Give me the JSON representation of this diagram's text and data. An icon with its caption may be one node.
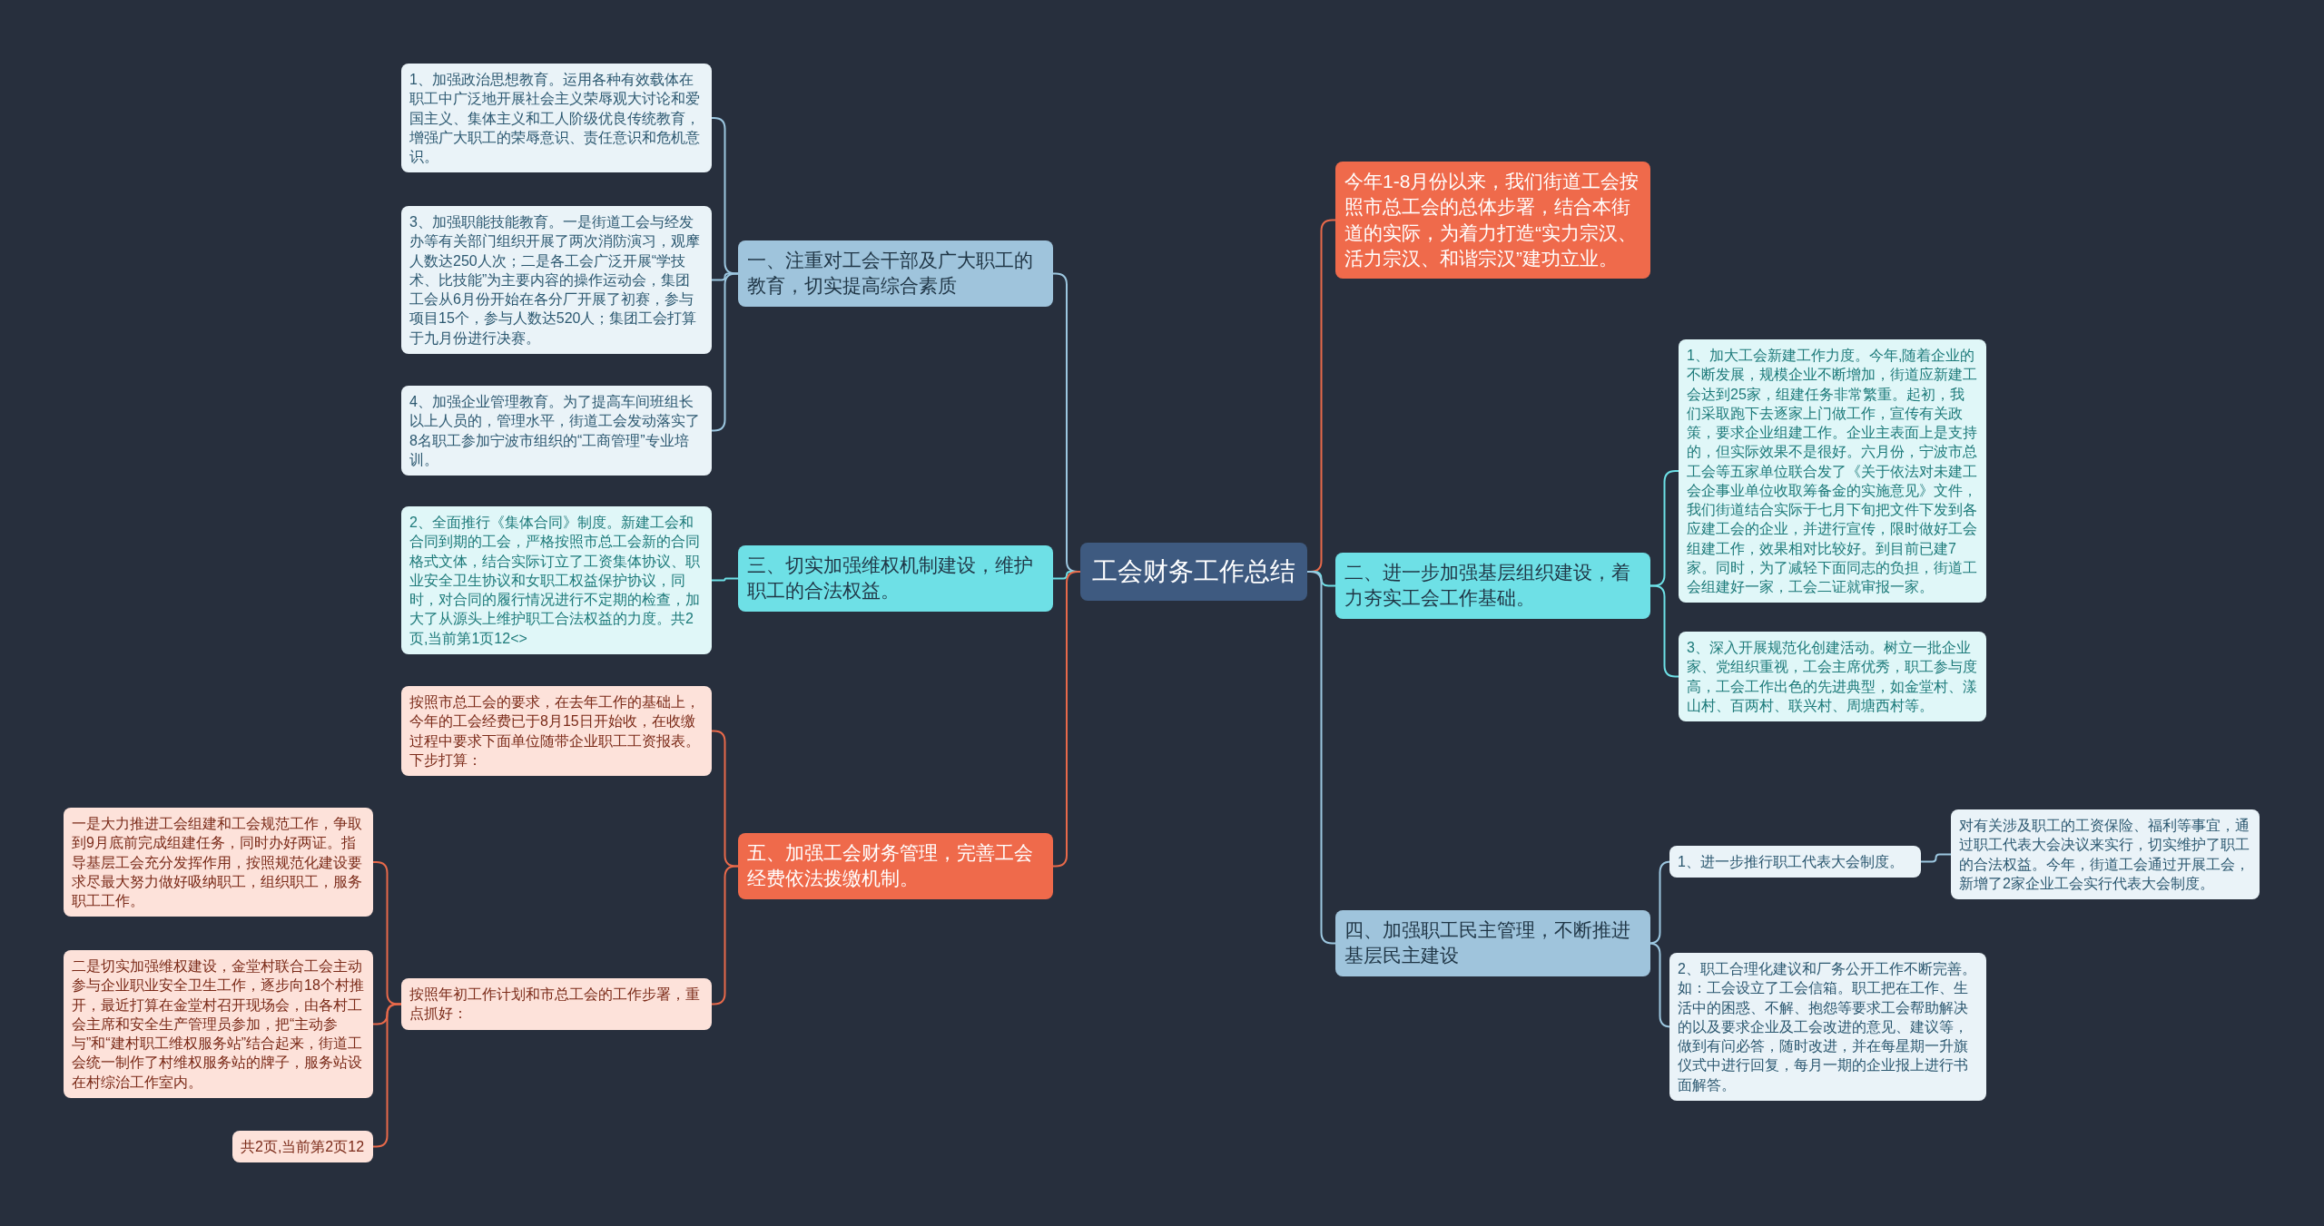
{
  "diagram": {
    "nodes": [
      {
        "text": [
          "工会财务工作总结"
        ]
      },
      {
        "text": [
          "一、注重对工会干部及广大职工的教育，切实提高综合素质"
        ]
      },
      {
        "text": [
          "1、加强政治思想教育。运用各种有效载体在职工中广泛地开展社会主义荣辱观大讨论和爱国主义、集体主义和工人阶级优良传统教育，增强广大职工的荣辱意识、责任意识和危机意识。"
        ]
      },
      {
        "text": [
          "3、加强职能技能教育。一是街道工会与经发办等有关部门组织开展了两次消防演习，观摩人数达250人次；二是各工会广泛开展“学技术、比技能”为主要内容的操作运动会，集团工会从6月份开始在各分厂开展了初赛，参与项目15个，参与人数达520人；集团工会打算于九月份进行决赛。"
        ]
      },
      {
        "text": [
          "4、加强企业管理教育。为了提高车间班组长以上人员的，管理水平，街道工会发动落实了8名职工参加宁波市组织的“工商管理”专业培训。"
        ]
      },
      {
        "text": [
          "三、切实加强维权机制建设，维护职工的合法权益。"
        ]
      },
      {
        "text": [
          "2、全面推行《集体合同》制度。新建工会和合同到期的工会，严格按照市总工会新的合同格式文体，结合实际订立了工资集体协议、职业安全卫生协议和女职工权益保护协议，同时，对合同的履行情况进行不定期的检查，加大了从源头上维护职工合法权益的力度。共2页,当前第1页12<>"
        ]
      },
      {
        "text": [
          "五、加强工会财务管理，完善工会经费依法拨缴机制。"
        ]
      },
      {
        "text": [
          "按照市总工会的要求，在去年工作的基础上，今年的工会经费已于8月15日开始收，在收缴过程中要求下面单位随带企业职工工资报表。下步打算："
        ]
      },
      {
        "text": [
          "按照年初工作计划和市总工会的工作步署，重点抓好："
        ]
      },
      {
        "text": [
          "一是大力推进工会组建和工会规范工作，争取到9月底前完成组建任务，同时办好两证。指导基层工会充分发挥作用，按照规范化建设要求尽最大努力做好吸纳职工，组织职工，服务职工工作。"
        ]
      },
      {
        "text": [
          "二是切实加强维权建设，金堂村联合工会主动参与企业职业安全卫生工作，逐步向18个村推开，最近打算在金堂村召开现场会，由各村工会主席和安全生产管理员参加，把“主动参与”和“建村职工维权服务站”结合起来，街道工会统一制作了村维权服务站的牌子，服务站设在村综治工作室内。"
        ]
      },
      {
        "text": [
          "共2页,当前第2页12"
        ]
      },
      {
        "text": [
          "今年1-8月份以来，我们街道工会按照市总工会的总体步署，结合本街道的实际，为着力打造“实力宗汉、活力宗汉、和谐宗汉”建功立业。"
        ]
      },
      {
        "text": [
          "二、进一步加强基层组织建设，着力夯实工会工作基础。"
        ]
      },
      {
        "text": [
          "1、加大工会新建工作力度。今年,随着企业的不断发展，规模企业不断增加，街道应新建工会达到25家，组建任务非常繁重。起初，我们采取跑下去逐家上门做工作，宣传有关政策，要求企业组建工作。企业主表面上是支持的，但实际效果不是很好。六月份，宁波市总工会等五家单位联合发了《关于依法对未建工会企事业单位收取筹备金的实施意见》文件，我们街道结合实际于七月下旬把文件下发到各应建工会的企业，并进行宣传，限时做好工会组建工作，效果相对比较好。到目前已建7家。同时，为了减轻下面同志的负担，街道工会组建好一家，工会二证就审报一家。"
        ]
      },
      {
        "text": [
          "3、深入开展规范化创建活动。树立一批企业家、党组织重视，工会主席优秀，职工参与度高，工会工作出色的先进典型，如金堂村、漾山村、百两村、联兴村、周塘西村等。"
        ]
      },
      {
        "text": [
          "四、加强职工民主管理，不断推进基层民主建设"
        ]
      },
      {
        "text": [
          "1、进一步推行职工代表大会制度。"
        ]
      },
      {
        "text": [
          "对有关涉及职工的工资保险、福利等事宜，通过职工代表大会决议来实行，切实维护了职工的合法权益。今年，街道工会通过开展工会，新增了2家企业工会实行代表大会制度。"
        ]
      },
      {
        "text": [
          "2、职工合理化建议和厂务公开工作不断完善。如：工会设立了工会信箱。职工把在工作、生活中的困惑、不解、抱怨等要求工会帮助解决的以及要求企业及工会改进的意见、建议等，做到有问必答，随时改进，并在每星期一升旗仪式中进行回复，每月一期的企业报上进行书面解答。"
        ]
      }
    ],
    "edges": [
      {
        "from": 0,
        "to": 1,
        "arrow": "none"
      },
      {
        "from": 1,
        "to": 2,
        "arrow": "none"
      },
      {
        "from": 1,
        "to": 3,
        "arrow": "none"
      },
      {
        "from": 1,
        "to": 4,
        "arrow": "none"
      },
      {
        "from": 0,
        "to": 5,
        "arrow": "none",
        "color": "#6de0e6"
      },
      {
        "from": 5,
        "to": 6,
        "arrow": "none",
        "color": "#6de0e6"
      },
      {
        "from": 0,
        "to": 7,
        "arrow": "none",
        "color": "#e8694a"
      },
      {
        "from": 7,
        "to": 8,
        "arrow": "none",
        "color": "#e8694a"
      },
      {
        "from": 7,
        "to": 9,
        "arrow": "none",
        "color": "#e8694a"
      },
      {
        "from": 9,
        "to": 10,
        "arrow": "none",
        "color": "#e8694a"
      },
      {
        "from": 9,
        "to": 11,
        "arrow": "none",
        "color": "#e8694a"
      },
      {
        "from": 9,
        "to": 12,
        "arrow": "none",
        "color": "#e8694a"
      },
      {
        "from": 0,
        "to": 13,
        "arrow": "none",
        "color": "#e8694a"
      },
      {
        "from": 0,
        "to": 14,
        "arrow": "none",
        "color": "#6de0e6"
      },
      {
        "from": 14,
        "to": 15,
        "arrow": "none",
        "color": "#6de0e6"
      },
      {
        "from": 14,
        "to": 16,
        "arrow": "none",
        "color": "#6de0e6"
      },
      {
        "from": 0,
        "to": 17,
        "arrow": "none"
      },
      {
        "from": 17,
        "to": 18,
        "arrow": "none"
      },
      {
        "from": 18,
        "to": 19,
        "arrow": "none"
      },
      {
        "from": 17,
        "to": 20,
        "arrow": "none"
      }
    ]
  }
}
